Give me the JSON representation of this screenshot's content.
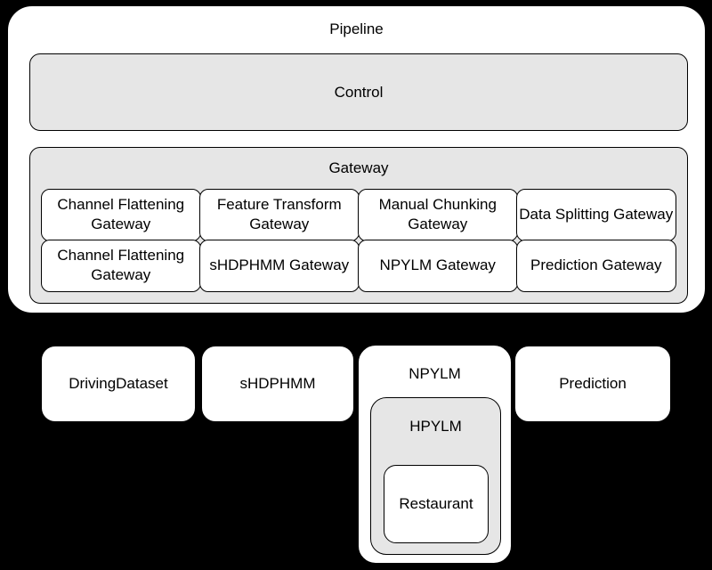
{
  "colors": {
    "background": "#000000",
    "container_fill": "#e6e6e6",
    "node_fill": "#ffffff",
    "stroke": "#000000",
    "text": "#000000"
  },
  "pipeline": {
    "label": "Pipeline",
    "control": {
      "label": "Control"
    },
    "gateway": {
      "label": "Gateway",
      "rows": [
        [
          "Channel Flattening Gateway",
          "Feature Transform Gateway",
          "Manual Chunking Gateway",
          "Data Splitting Gateway"
        ],
        [
          "Channel Flattening Gateway",
          "sHDPHMM Gateway",
          "NPYLM Gateway",
          "Prediction Gateway"
        ]
      ]
    }
  },
  "modules": {
    "driving_dataset": {
      "label": "DrivingDataset"
    },
    "shdphmm": {
      "label": "sHDPHMM"
    },
    "npylm": {
      "label": "NPYLM",
      "hpylm": {
        "label": "HPYLM",
        "restaurant": {
          "label": "Restaurant"
        }
      }
    },
    "prediction": {
      "label": "Prediction"
    }
  }
}
